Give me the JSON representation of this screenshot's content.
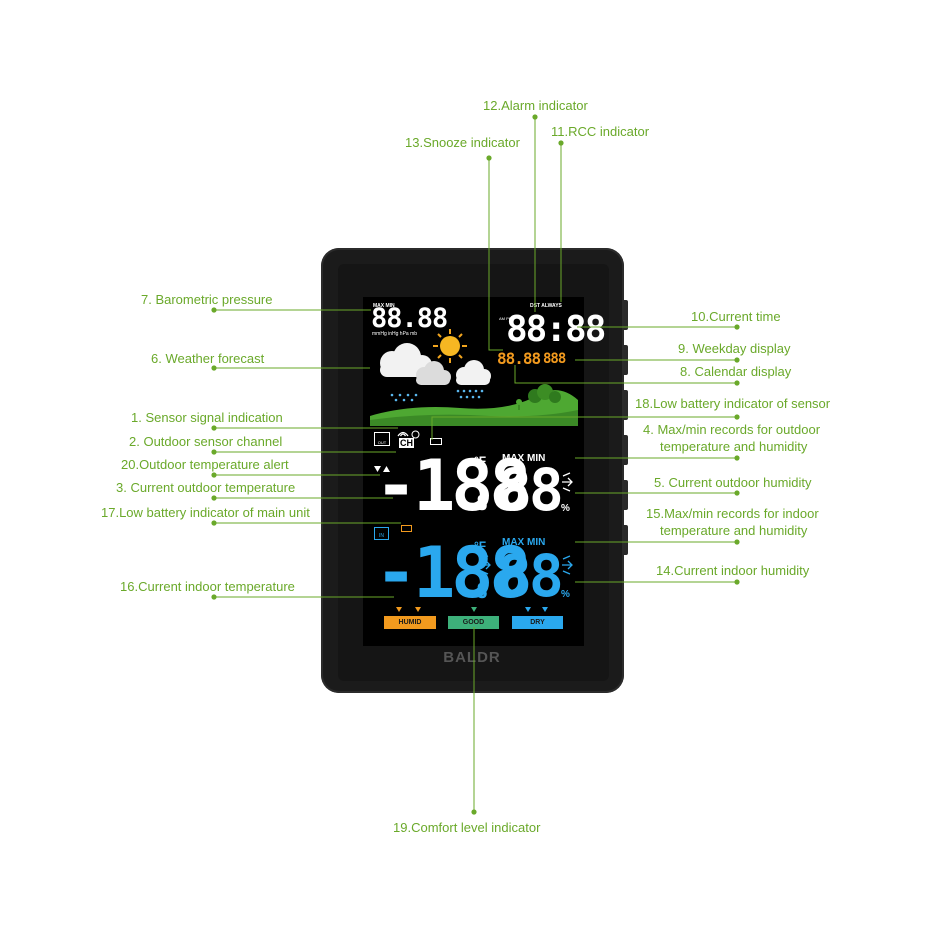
{
  "labels": {
    "alarm": "12.Alarm indicator",
    "rcc": "11.RCC indicator",
    "snooze": "13.Snooze indicator",
    "pressure": "7. Barometric pressure",
    "current_time": "10.Current time",
    "weekday": "9. Weekday display",
    "forecast": "6. Weather forecast",
    "calendar": "8. Calendar display",
    "sensor_battery": "18.Low battery indicator of sensor",
    "signal": "1. Sensor signal indication",
    "outdoor_records_1": "4. Max/min records for outdoor",
    "outdoor_records_2": "temperature and humidity",
    "channel": "2. Outdoor sensor channel",
    "temp_alert": "20.Outdoor temperature alert",
    "outdoor_temp": "3. Current outdoor temperature",
    "outdoor_humidity": "5. Current outdoor humidity",
    "main_battery": "17.Low battery indicator of main unit",
    "indoor_records_1": "15.Max/min records for indoor",
    "indoor_records_2": "temperature and humidity",
    "indoor_humidity": "14.Current indoor humidity",
    "indoor_temp": "16.Current indoor temperature",
    "comfort": "19.Comfort level indicator"
  },
  "display": {
    "pressure_value": "88.88",
    "pressure_maxmin": "MAX  MIN",
    "pressure_units": "mmHg inHg hPa mb",
    "time_value": "88:88",
    "time_ampm": "AM PM",
    "time_flags": "DST ALWAYS",
    "calendar_value": "88.88",
    "weekday_value": "888",
    "outdoor_temp": "-188",
    "outdoor_temp_decimal": "8",
    "outdoor_temp_unit": "°F",
    "outdoor_humidity": "88",
    "outdoor_humidity_unit": "%",
    "outdoor_maxmin": "MAX  MIN",
    "indoor_temp": "-188",
    "indoor_temp_decimal": "8",
    "indoor_temp_unit": "°F",
    "indoor_humidity": "88",
    "indoor_humidity_unit": "%",
    "indoor_maxmin": "MAX  MIN",
    "channel": "CH",
    "out_tag": "OUT",
    "in_tag": "IN"
  },
  "comfort_levels": [
    {
      "label": "HUMID",
      "color": "#f29a1e"
    },
    {
      "label": "GOOD",
      "color": "#3db07a"
    },
    {
      "label": "DRY",
      "color": "#2aa8ee"
    }
  ],
  "brand": "BALDR",
  "colors": {
    "label_text": "#6aa92a",
    "leader_line": "#6aa92a",
    "lcd_white": "#ffffff",
    "lcd_blue": "#2aa8ee",
    "lcd_orange": "#f29a1e"
  }
}
